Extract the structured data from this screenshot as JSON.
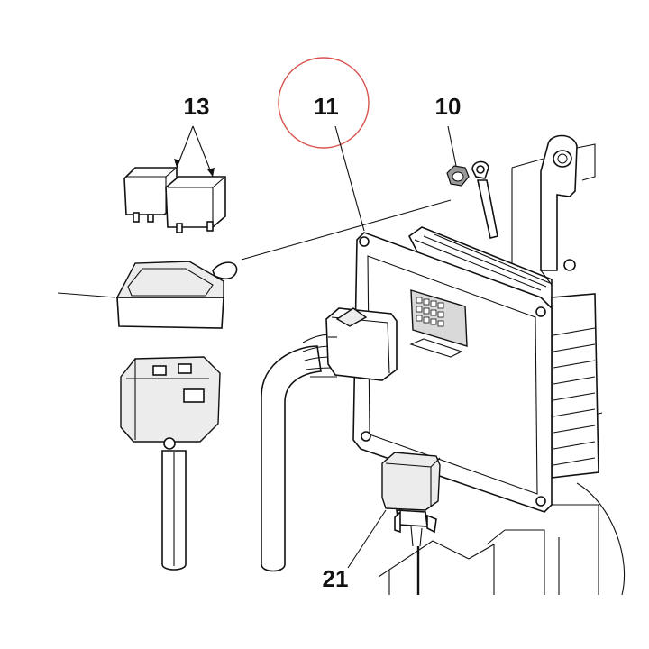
{
  "diagram": {
    "callouts": [
      {
        "id": "callout-13",
        "label": "13"
      },
      {
        "id": "callout-11",
        "label": "11"
      },
      {
        "id": "callout-10",
        "label": "10"
      },
      {
        "id": "callout-21",
        "label": "21"
      }
    ],
    "highlight_color": "#d9534f"
  }
}
